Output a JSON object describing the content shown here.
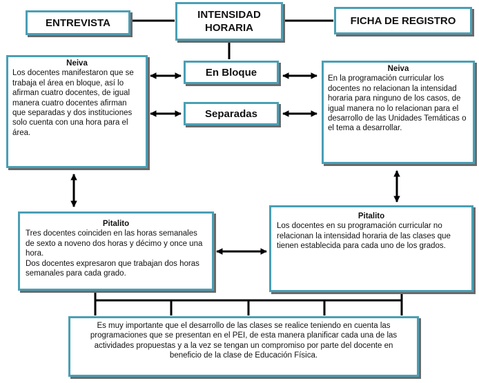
{
  "top": {
    "entrevista": "ENTREVISTA",
    "intensidad_line1": "INTENSIDAD",
    "intensidad_line2": "HORARIA",
    "ficha": "FICHA DE REGISTRO"
  },
  "middle": {
    "en_bloque": "En Bloque",
    "separadas": "Separadas"
  },
  "neiva_left": {
    "title": "Neiva",
    "text": "Los docentes manifestaron que se trabaja el área en bloque, así lo afirman cuatro docentes, de igual manera cuatro docentes afirman que separadas y dos instituciones solo cuenta con una hora para el área."
  },
  "neiva_right": {
    "title": "Neiva",
    "text": "En la programación curricular los docentes no relacionan la intensidad horaria para ninguno de los casos, de igual manera no lo relacionan para el desarrollo de las Unidades Temáticas o el tema a desarrollar."
  },
  "pitalito_left": {
    "title": "Pitalito",
    "text1": "Tres docentes coinciden en las horas semanales de sexto a noveno dos horas y décimo y once una hora.",
    "text2": "Dos docentes expresaron que trabajan dos horas semanales para cada grado."
  },
  "pitalito_right": {
    "title": "Pitalito",
    "text": "Los docentes en su programación curricular no relacionan la intensidad horaria de las clases que tienen establecida para cada uno de los grados."
  },
  "conclusion": {
    "text": "Es muy importante que el desarrollo de las clases se realice teniendo en cuenta las programaciones que se presentan en el PEI, de esta manera planificar cada una de las actividades propuestas y a la vez se tengan un compromiso por parte del docente en beneficio de la clase de Educación Física."
  },
  "colors": {
    "border": "#4a9fb5",
    "shadow": "#6a6a6a",
    "line": "#000000"
  }
}
